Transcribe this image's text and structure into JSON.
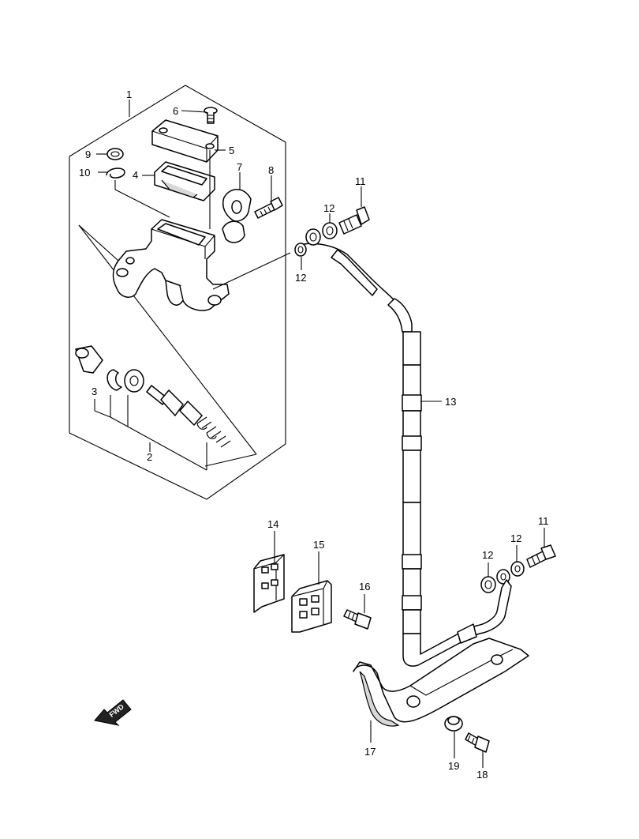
{
  "callouts": {
    "c1": "1",
    "c2": "2",
    "c3": "3",
    "c4": "4",
    "c5": "5",
    "c6": "6",
    "c7": "7",
    "c8": "8",
    "c9": "9",
    "c10": "10",
    "c11a": "11",
    "c11b": "11",
    "c12a": "12",
    "c12b": "12",
    "c12c": "12",
    "c12d": "12",
    "c13": "13",
    "c14": "14",
    "c15": "15",
    "c16": "16",
    "c17": "17",
    "c18": "18",
    "c19": "19"
  },
  "fwd_label": "FWD",
  "colors": {
    "line": "#000000",
    "background": "#ffffff",
    "shade": "#d8d8d8"
  }
}
